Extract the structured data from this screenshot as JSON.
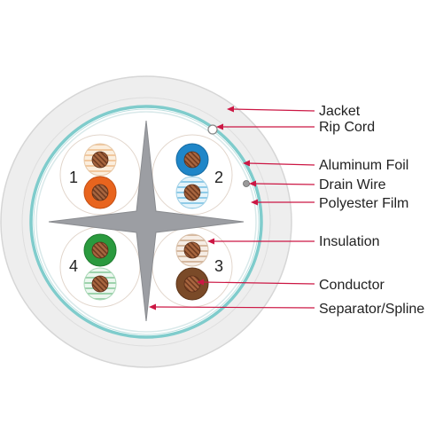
{
  "labels": {
    "jacket": "Jacket",
    "rip_cord": "Rip Cord",
    "aluminum_foil": "Aluminum Foil",
    "drain_wire": "Drain Wire",
    "polyester_film": "Polyester Film",
    "insulation": "Insulation",
    "conductor": "Conductor",
    "separator_spline": "Separator/Spline"
  },
  "pairs": [
    "1",
    "2",
    "3",
    "4"
  ],
  "colors": {
    "jacket": "#eeeeee",
    "foil_teal": "#7fcccc",
    "spline": "#9c9ea3",
    "leader_line": "#cc1744",
    "copper": "#9a5a3a",
    "orange_solid": "#e8641e",
    "orange_stripe": "#f6dcc0",
    "blue_solid": "#1f86c8",
    "blue_stripe": "#bfe2f2",
    "green_solid": "#2a9a3e",
    "green_stripe": "#cfe9d6",
    "brown_solid": "#7a4a28",
    "brown_stripe": "#ead8c8"
  }
}
